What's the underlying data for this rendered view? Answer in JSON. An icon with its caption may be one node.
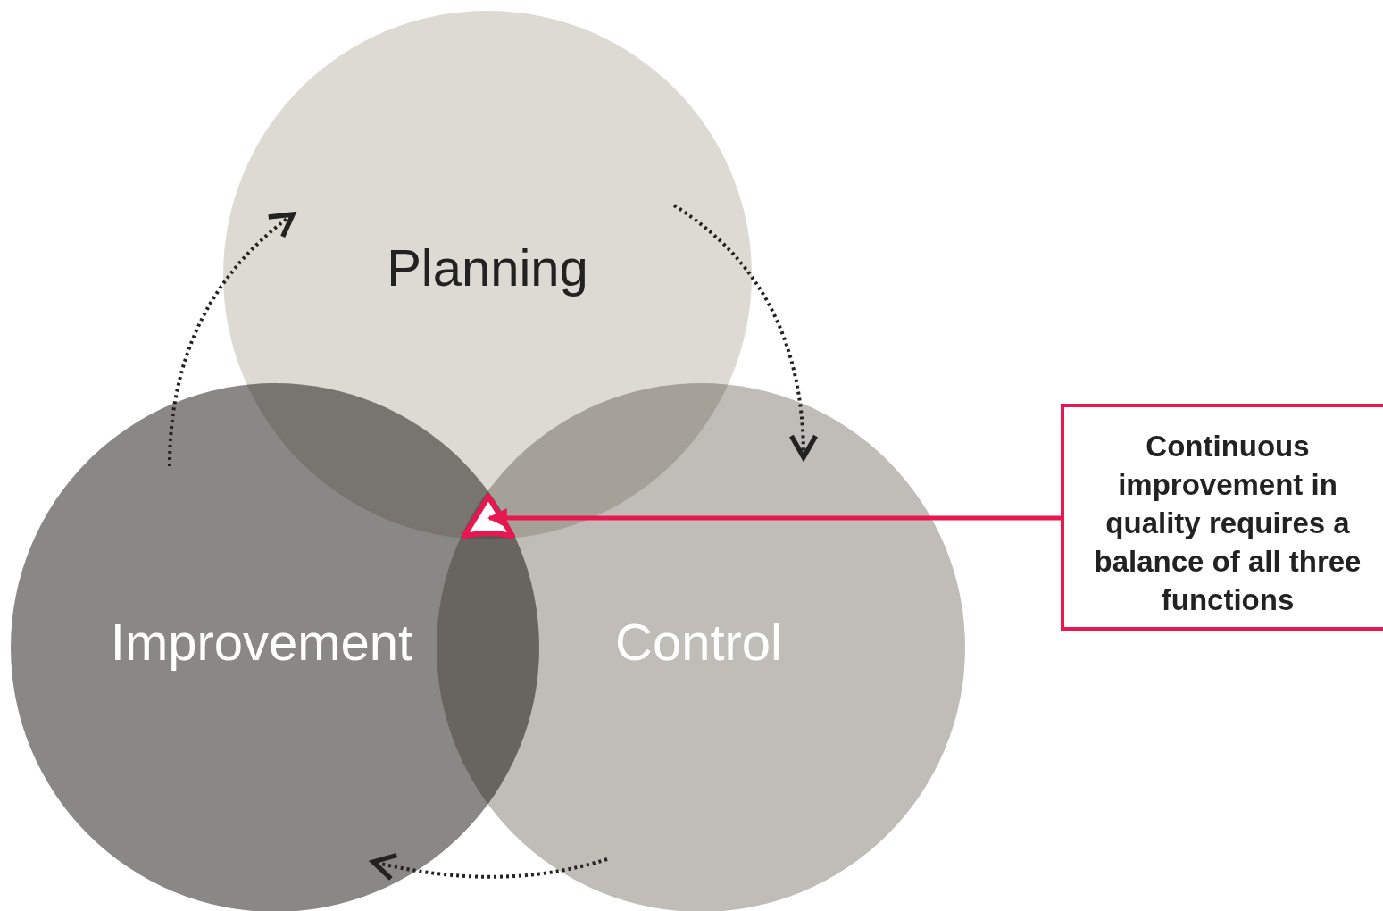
{
  "diagram": {
    "nodes": [
      {
        "text": [
          "Planning"
        ]
      },
      {
        "text": [
          "Improvement"
        ]
      },
      {
        "text": [
          "Control"
        ]
      },
      {
        "text": [
          "Continuous improvement in quality requires a balance of all three functions"
        ]
      },
      {
        "text": [],
        "shape": "triangle"
      }
    ],
    "edges": [
      {
        "from": 0,
        "to": 2,
        "arrow": "to",
        "style": "dashed"
      },
      {
        "from": 2,
        "to": 1,
        "arrow": "to",
        "style": "dashed"
      },
      {
        "from": 1,
        "to": 0,
        "arrow": "to",
        "style": "dashed"
      },
      {
        "from": 3,
        "to": 4,
        "arrow": "to",
        "color": "#e8174f"
      }
    ]
  }
}
